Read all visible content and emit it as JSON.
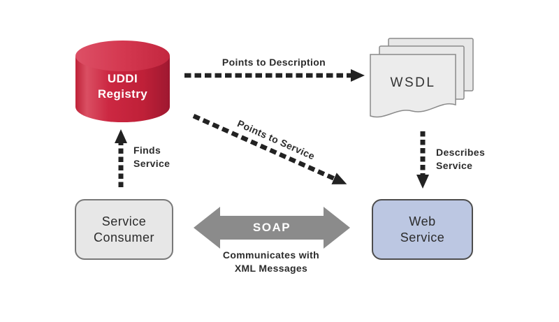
{
  "nodes": {
    "uddi_registry": {
      "label": "UDDI\nRegistry"
    },
    "wsdl": {
      "label": "WSDL"
    },
    "service_consumer": {
      "label": "Service\nConsumer"
    },
    "web_service": {
      "label": "Web\nService"
    }
  },
  "arrows": {
    "points_to_description": {
      "label": "Points to Description"
    },
    "points_to_service": {
      "label": "Points to Service"
    },
    "finds_service": {
      "label": "Finds\nService"
    },
    "describes_service": {
      "label": "Describes\nService"
    },
    "soap": {
      "label": "SOAP",
      "sublabel": "Communicates with\nXML Messages"
    }
  },
  "colors": {
    "uddi_red": "#c8243c",
    "uddi_red_light": "#d5394f",
    "wsdl_page_gray": "#eaeaea",
    "consumer_gray": "#e7e7e7",
    "web_service_blue": "#bcc7e2",
    "soap_arrow_gray": "#8b8b8b",
    "dash_black": "#222222",
    "text_dark": "#2b2b2b",
    "background": "#ffffff"
  }
}
